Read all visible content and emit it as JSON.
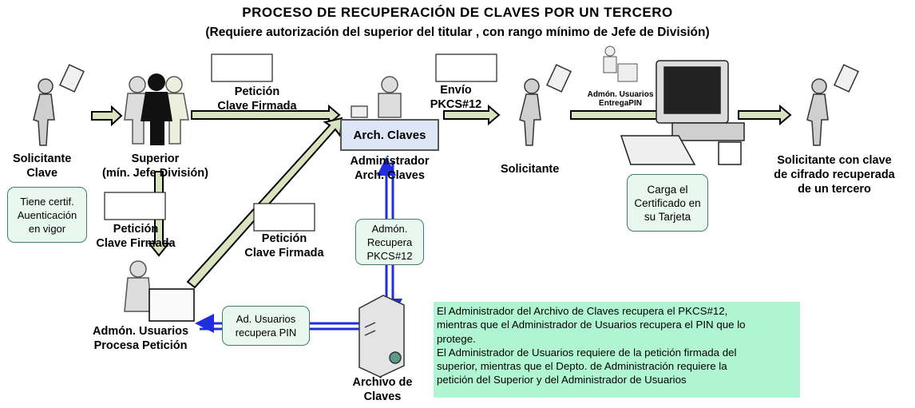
{
  "title": "PROCESO DE RECUPERACIÓN DE CLAVES POR UN TERCERO",
  "subtitle": "(Requiere autorización del superior del titular , con rango mínimo de Jefe de División)",
  "actors": {
    "solicitante_clave": [
      "Solicitante",
      "Clave"
    ],
    "superior": [
      "Superior",
      "(mín. Jefe División)"
    ],
    "administrador": [
      "Administrador",
      "Arch. Claves"
    ],
    "solicitante": "Solicitante",
    "solicitante_final": [
      "Solicitante con clave",
      "de cifrado recuperada",
      "de un tercero"
    ],
    "admon_usuarios": [
      "Admón. Usuarios",
      "Procesa Petición"
    ],
    "archivo": [
      "Archivo de",
      "Claves"
    ]
  },
  "labels": {
    "peticion_top": [
      "Petición",
      "Clave Firmada"
    ],
    "envio": [
      "Envío",
      "PKCS#12"
    ],
    "peticion_left": [
      "Petición",
      "Clave Firmada"
    ],
    "peticion_mid": [
      "Petición",
      "Clave Firmada"
    ],
    "entrega_pin": [
      "Admón. Usuarios",
      "EntregaPIN"
    ],
    "arch_claves_screen": "Arch. Claves"
  },
  "boxes": {
    "certif": [
      "Tiene certif.",
      "Auenticación",
      "en vigor"
    ],
    "recupera_pkcs": [
      "Admón.",
      "Recupera",
      "PKCS#12"
    ],
    "recupera_pin": [
      "Ad. Usuarios",
      "recupera PIN"
    ],
    "carga": [
      "Carga el",
      "Certificado en",
      "su Tarjeta"
    ]
  },
  "note": [
    "El Administrador del Archivo de Claves recupera el PKCS#12,",
    "mientras que el Administrador de Usuarios recupera el PIN que lo",
    "protege.",
    "El Administrador de Usuarios requiere de la petición firmada del",
    "superior, mientras que el Depto. de Administración requiere la",
    "petición del Superior y del Administrador de Usuarios"
  ],
  "colors": {
    "box_border": "#3f7f5f",
    "box_fill": "#e8f7ef",
    "note_fill": "#aff5d2",
    "blue_arrow": "#1f2fe0",
    "arrow_fill": "#d9e3bf"
  }
}
